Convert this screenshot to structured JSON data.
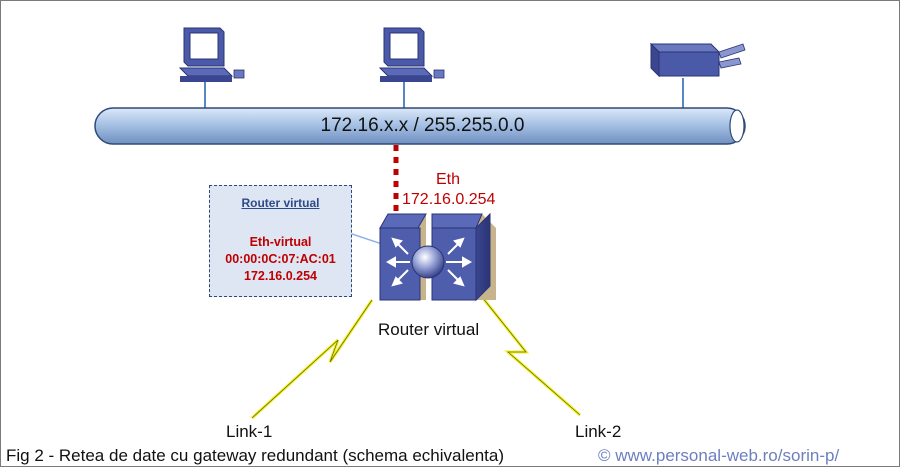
{
  "network": {
    "address_label": "172.16.x.x / 255.255.0.0"
  },
  "router_interface": {
    "title": "Eth",
    "ip": "172.16.0.254"
  },
  "virtual_box": {
    "title": "Router virtual",
    "iface_name": "Eth-virtual",
    "mac": "00:00:0C:07:AC:01",
    "ip": "172.16.0.254"
  },
  "router": {
    "label": "Router virtual"
  },
  "links": {
    "left": "Link-1",
    "right": "Link-2"
  },
  "caption": "Fig 2 - Retea de date cu gateway redundant (schema echivalenta)",
  "copyright": "© www.personal-web.ro/sorin-p/",
  "colors": {
    "accent_red": "#c00000",
    "bus_blue": "#a9c4e6",
    "device_blue": "#4a5aa8",
    "link_yellow": "#f2f21e"
  },
  "icons": [
    "pc-icon",
    "pc-icon",
    "printer-icon",
    "router-switch-icon",
    "lightning-icon"
  ]
}
